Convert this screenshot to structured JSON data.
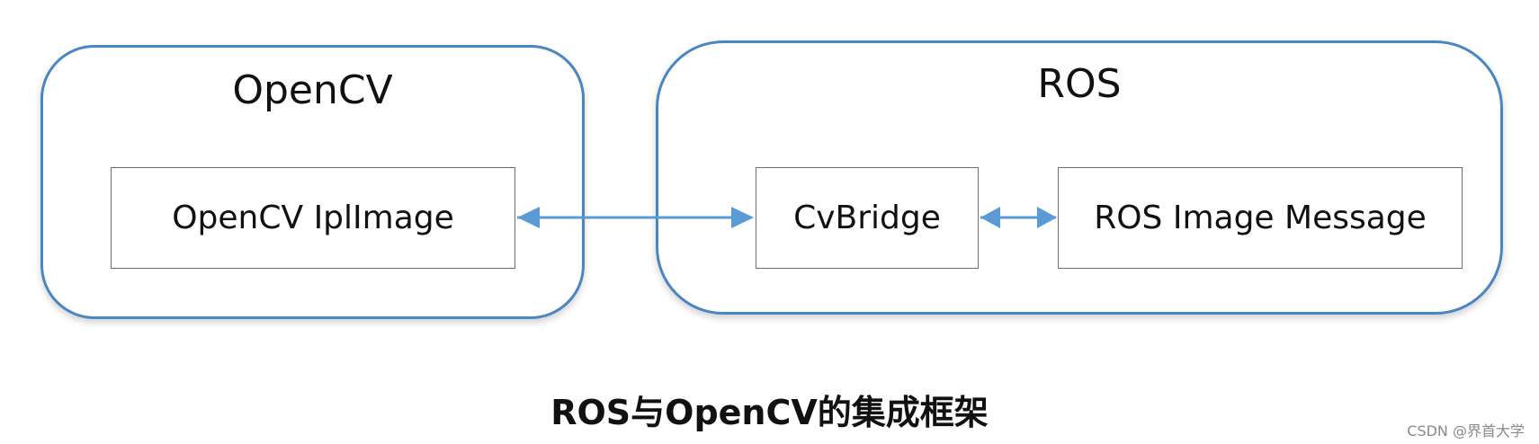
{
  "groups": {
    "opencv": {
      "label": "OpenCV"
    },
    "ros": {
      "label": "ROS"
    }
  },
  "nodes": {
    "iplimage": {
      "label": "OpenCV IplImage"
    },
    "cvbridge": {
      "label": "CvBridge"
    },
    "ros_image_message": {
      "label": "ROS Image Message"
    }
  },
  "edges": [
    {
      "from": "iplimage",
      "to": "cvbridge",
      "direction": "bidirectional"
    },
    {
      "from": "cvbridge",
      "to": "ros_image_message",
      "direction": "bidirectional"
    }
  ],
  "colors": {
    "group_border": "#4a86c2",
    "arrow": "#5b9bd5",
    "node_border": "#6f6f6f"
  },
  "caption": "ROS与OpenCV的集成框架",
  "watermark": "CSDN @界首大学"
}
